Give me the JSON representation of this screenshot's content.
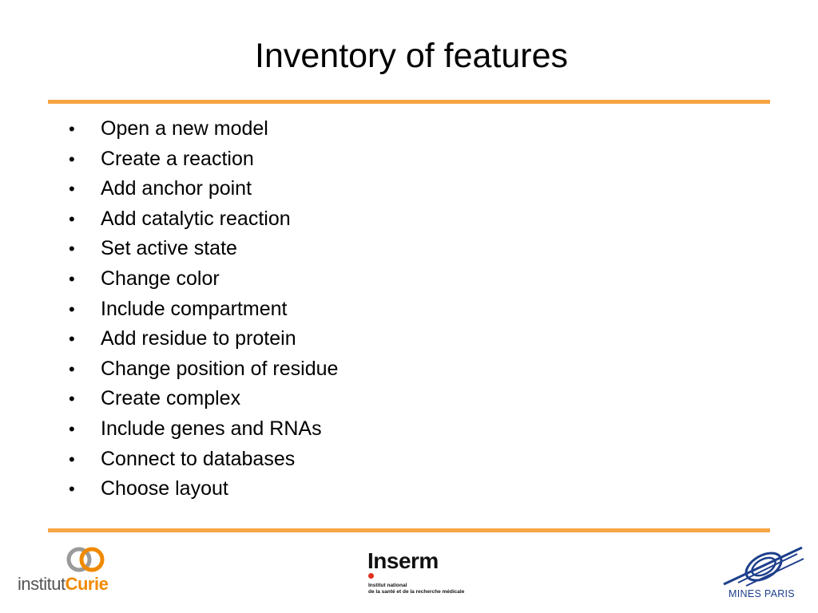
{
  "slide": {
    "title": "Inventory of features",
    "accent_color": "#f7a444",
    "bullet_symbol": "•",
    "items": [
      "Open a new model",
      "Create a reaction",
      "Add anchor point",
      "Add catalytic reaction",
      "Set active state",
      "Change color",
      "Include compartment",
      "Add residue to protein",
      "Change position of residue",
      "Create complex",
      "Include genes and RNAs",
      "Connect to databases",
      "Choose layout"
    ]
  },
  "footer": {
    "curie_logo": {
      "text_prefix": "institut",
      "text_brand": "Curie",
      "brand_color": "#f08a00",
      "ring_colors": [
        "#9a9a9a",
        "#f08a00"
      ]
    },
    "inserm_logo": {
      "name": "Inserm",
      "line1": "Institut national",
      "line2": "de la santé et de la recherche médicale",
      "dot_color": "#e0301e"
    },
    "mines_logo": {
      "name": "MINES PARIS",
      "color": "#1d3f8c"
    }
  }
}
